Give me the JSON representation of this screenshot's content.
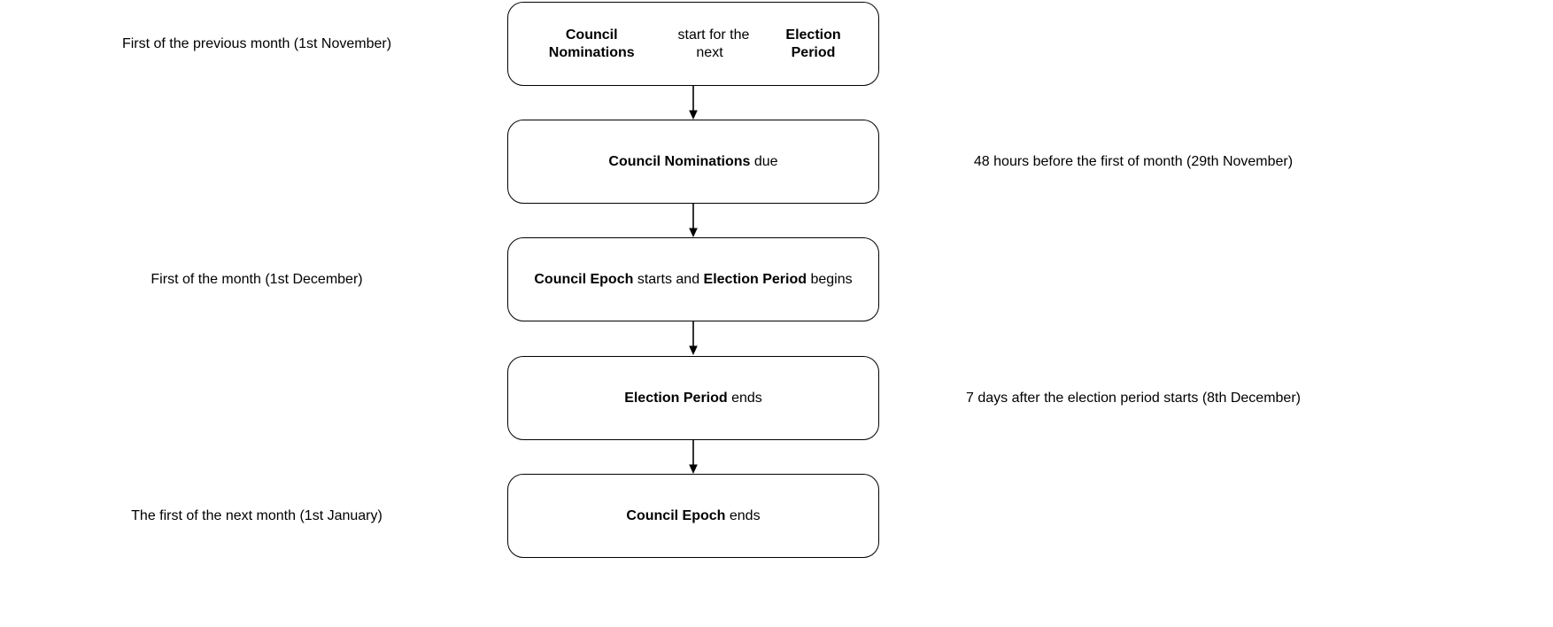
{
  "diagram": {
    "type": "flowchart",
    "colors": {
      "stroke": "#000000",
      "background": "#ffffff",
      "text": "#000000"
    },
    "steps": [
      {
        "annotation": {
          "side": "left",
          "text": "First of the previous month (1st November)"
        },
        "box": {
          "bold1": "Council Nominations",
          "text1": " start for the next ",
          "bold2": "Election Period",
          "text2": ""
        }
      },
      {
        "annotation": {
          "side": "right",
          "text": "48 hours before the first of month (29th November)"
        },
        "box": {
          "bold1": "Council Nominations",
          "text1": " due",
          "bold2": "",
          "text2": ""
        }
      },
      {
        "annotation": {
          "side": "left",
          "text": "First of the month (1st December)"
        },
        "box": {
          "bold1": "Council Epoch",
          "text1": " starts and ",
          "bold2": "Election Period",
          "text2": " begins"
        }
      },
      {
        "annotation": {
          "side": "right",
          "text": "7 days after the election period starts (8th December)"
        },
        "box": {
          "bold1": "Election Period",
          "text1": " ends",
          "bold2": "",
          "text2": ""
        }
      },
      {
        "annotation": {
          "side": "left",
          "text": "The first of the next month (1st January)"
        },
        "box": {
          "bold1": "Council Epoch",
          "text1": " ends",
          "bold2": "",
          "text2": ""
        }
      }
    ]
  }
}
